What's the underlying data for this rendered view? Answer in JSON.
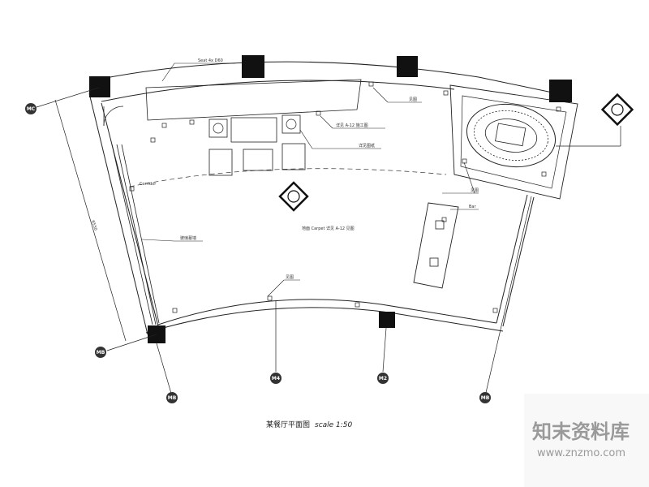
{
  "drawing": {
    "title": "某餐厅平面图",
    "scale": "scale 1:50"
  },
  "grid_bubbles": [
    "MC",
    "MB",
    "MB",
    "M4",
    "M2",
    "MB"
  ],
  "dimension_text": "6550",
  "tags": {
    "top_left_note": "Seat 4x D60",
    "top_center": "见图",
    "top_right": "见图",
    "mid_note": "详见 A-12 施工图",
    "sofa_note": "详见图纸",
    "corridor": "Corridor",
    "left_glass": "玻璃幕墙",
    "center_note": "地面 Carpet 详见 A-12 见图",
    "lower_center": "见图",
    "counter_note": "见图",
    "counter_tag": "Bar"
  },
  "watermark": {
    "brand": "知末资料库",
    "url": "www.znzmo.com"
  }
}
